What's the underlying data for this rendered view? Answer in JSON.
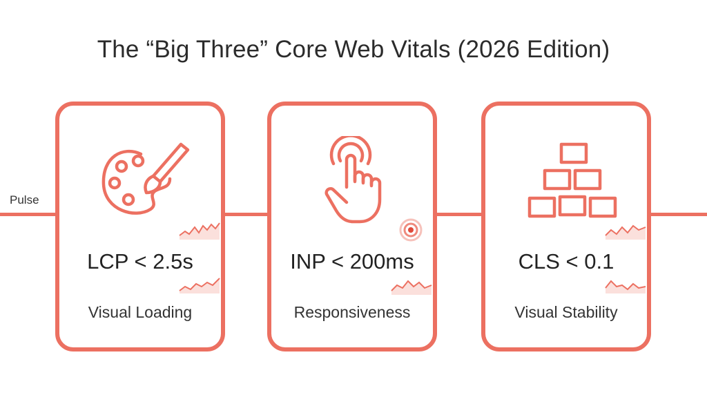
{
  "title": "The “Big Three” Core Web Vitals (2026 Edition)",
  "pulse_label": "Pulse",
  "cards": [
    {
      "metric": "LCP < 2.5s",
      "label": "Visual Loading",
      "icon": "paint-palette-icon"
    },
    {
      "metric": "INP < 200ms",
      "label": "Responsiveness",
      "icon": "tap-finger-icon"
    },
    {
      "metric": "CLS < 0.1",
      "label": "Visual Stability",
      "icon": "stacked-blocks-icon"
    }
  ],
  "colors": {
    "accent": "#ec7061",
    "text": "#2b2b2b",
    "background": "#ffffff"
  }
}
